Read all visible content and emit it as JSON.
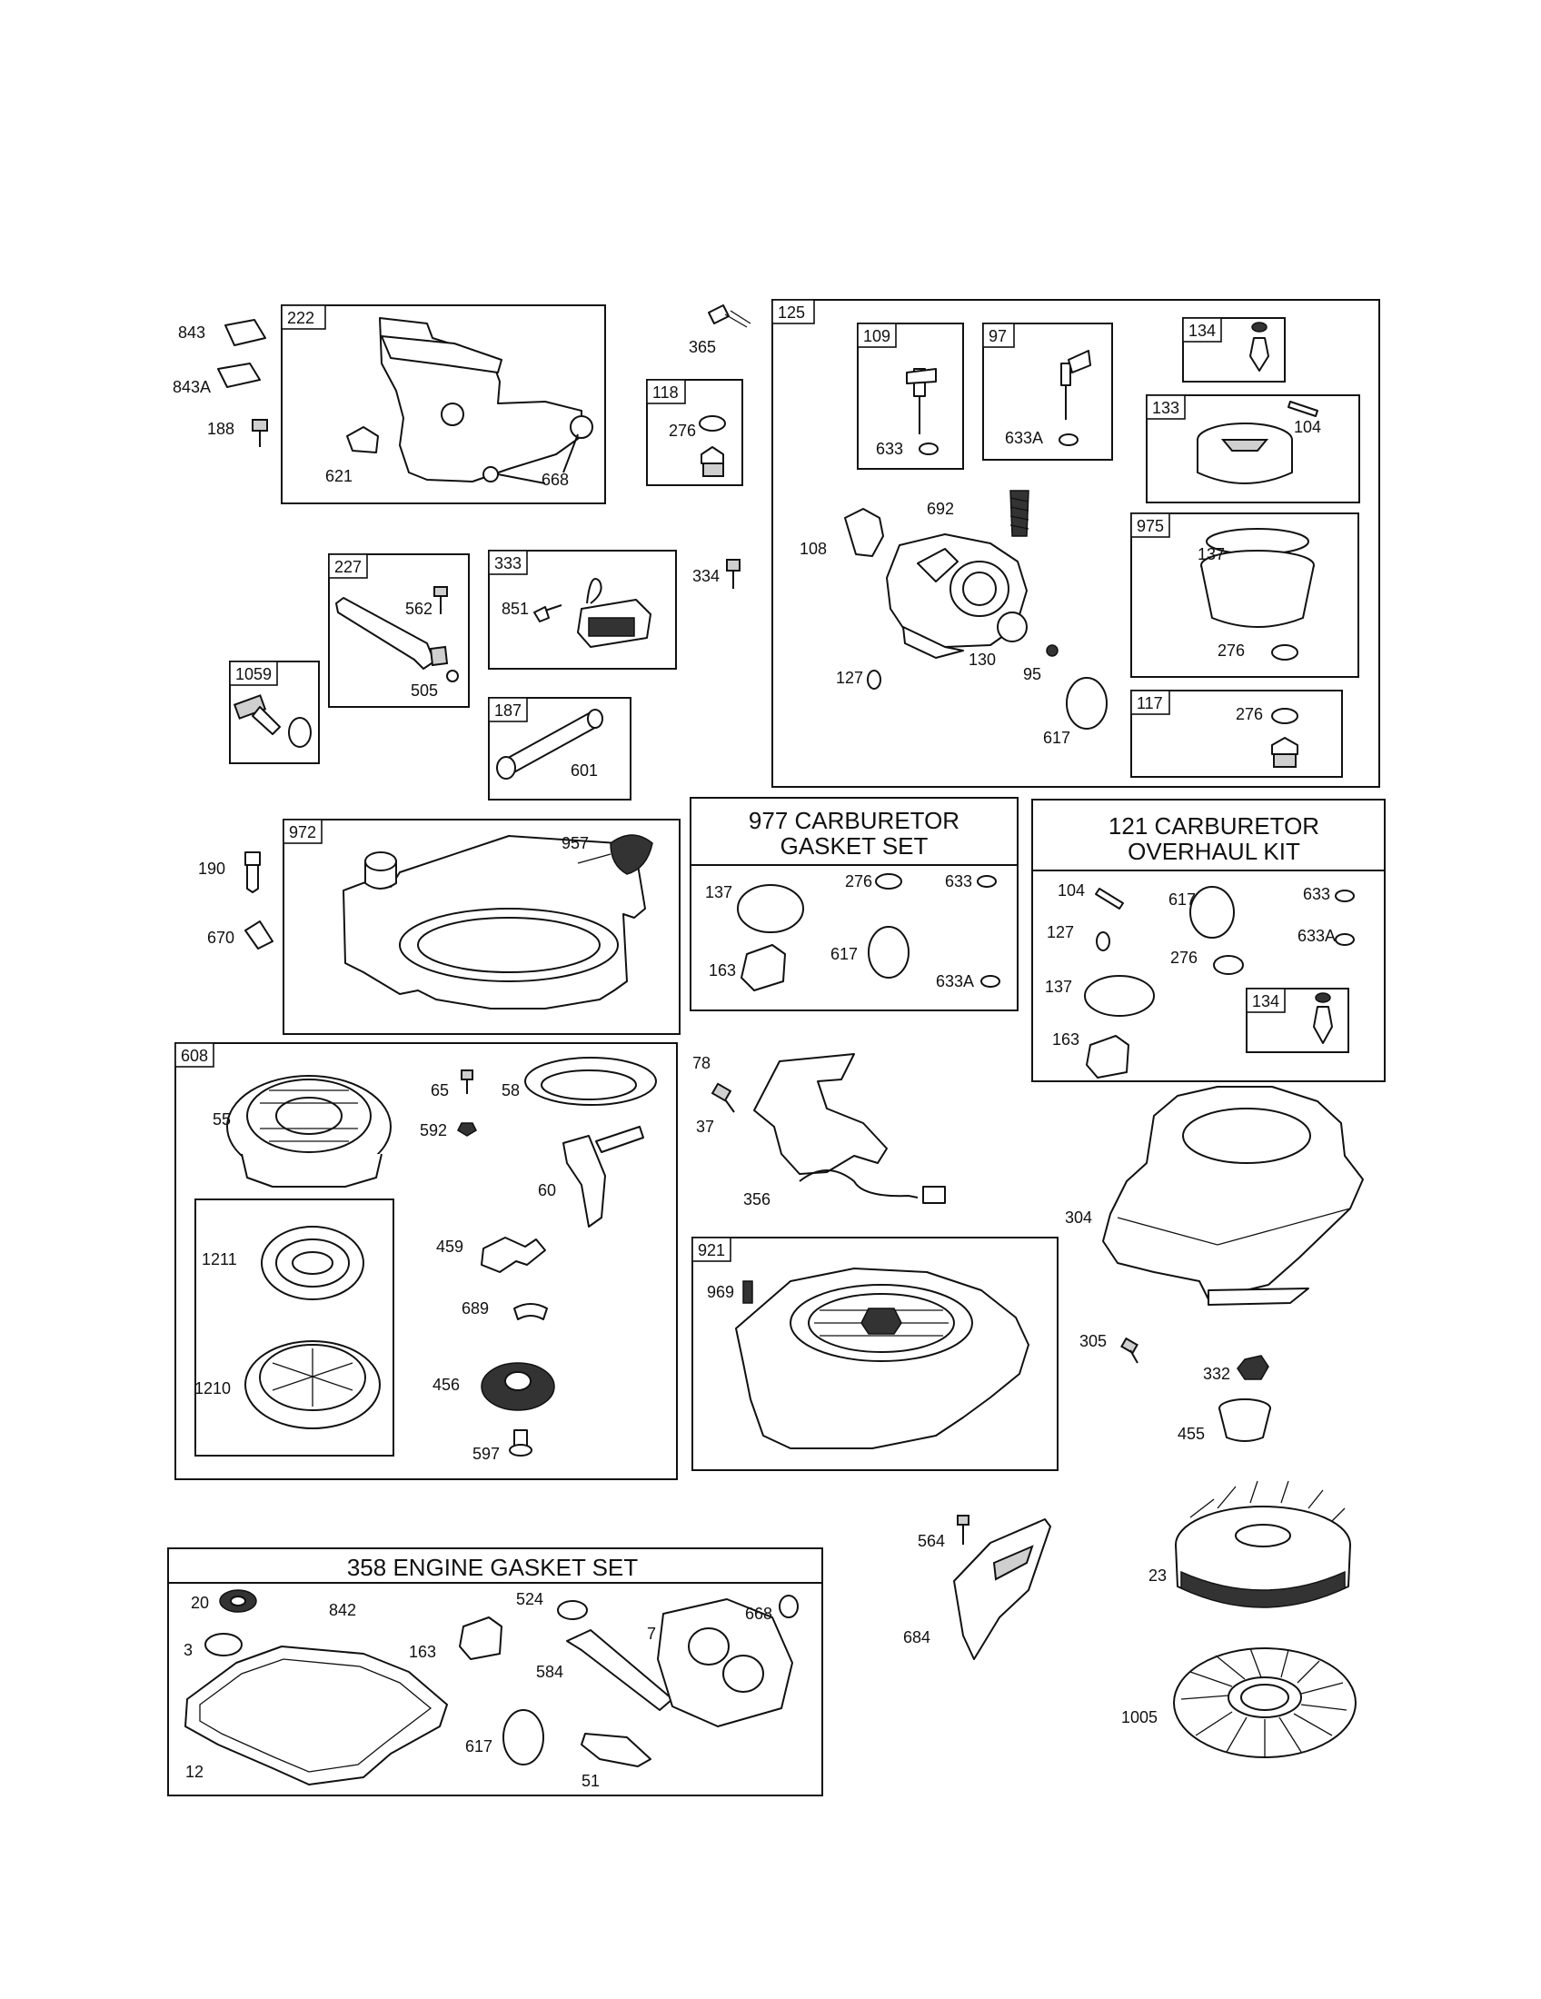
{
  "groups": {
    "g222": "222",
    "g118": "118",
    "g125": "125",
    "g109": "109",
    "g97": "97",
    "g134": "134",
    "g133": "133",
    "g975": "975",
    "g117": "117",
    "g227": "227",
    "g333": "333",
    "g1059": "1059",
    "g187": "187",
    "g972": "972",
    "g608": "608",
    "g921": "921",
    "g134b": "134"
  },
  "kits": {
    "carb_gasket_line1": "977 CARBURETOR",
    "carb_gasket_line2": "GASKET SET",
    "carb_overhaul_line1": "121 CARBURETOR",
    "carb_overhaul_line2": "OVERHAUL KIT",
    "engine_gasket": "358 ENGINE GASKET SET"
  },
  "parts": {
    "p843": "843",
    "p843a": "843A",
    "p188": "188",
    "p621": "621",
    "p668": "668",
    "p365": "365",
    "p276a": "276",
    "p633a": "633",
    "p633b": "633A",
    "p104a": "104",
    "p108": "108",
    "p692": "692",
    "p137a": "137",
    "p276b": "276",
    "p127a": "127",
    "p130": "130",
    "p95": "95",
    "p617a": "617",
    "p276c": "276",
    "p562": "562",
    "p505": "505",
    "p851": "851",
    "p334": "334",
    "p601": "601",
    "p190": "190",
    "p670": "670",
    "p957": "957",
    "p137b": "137",
    "p276d": "276",
    "p633c": "633",
    "p163a": "163",
    "p617b": "617",
    "p633d": "633A",
    "p104b": "104",
    "p617c": "617",
    "p633e": "633",
    "p127b": "127",
    "p276e": "276",
    "p633f": "633A",
    "p137c": "137",
    "p163b": "163",
    "p55": "55",
    "p65": "65",
    "p58": "58",
    "p592": "592",
    "p60": "60",
    "p1211": "1211",
    "p459": "459",
    "p689": "689",
    "p1210": "1210",
    "p456": "456",
    "p597": "597",
    "p78": "78",
    "p37": "37",
    "p356": "356",
    "p969": "969",
    "p304": "304",
    "p305": "305",
    "p332": "332",
    "p455": "455",
    "p23": "23",
    "p1005": "1005",
    "p564": "564",
    "p684": "684",
    "p20": "20",
    "p842": "842",
    "p524": "524",
    "p668b": "668",
    "p3": "3",
    "p163c": "163",
    "p7": "7",
    "p584": "584",
    "p617d": "617",
    "p12": "12",
    "p51": "51"
  }
}
